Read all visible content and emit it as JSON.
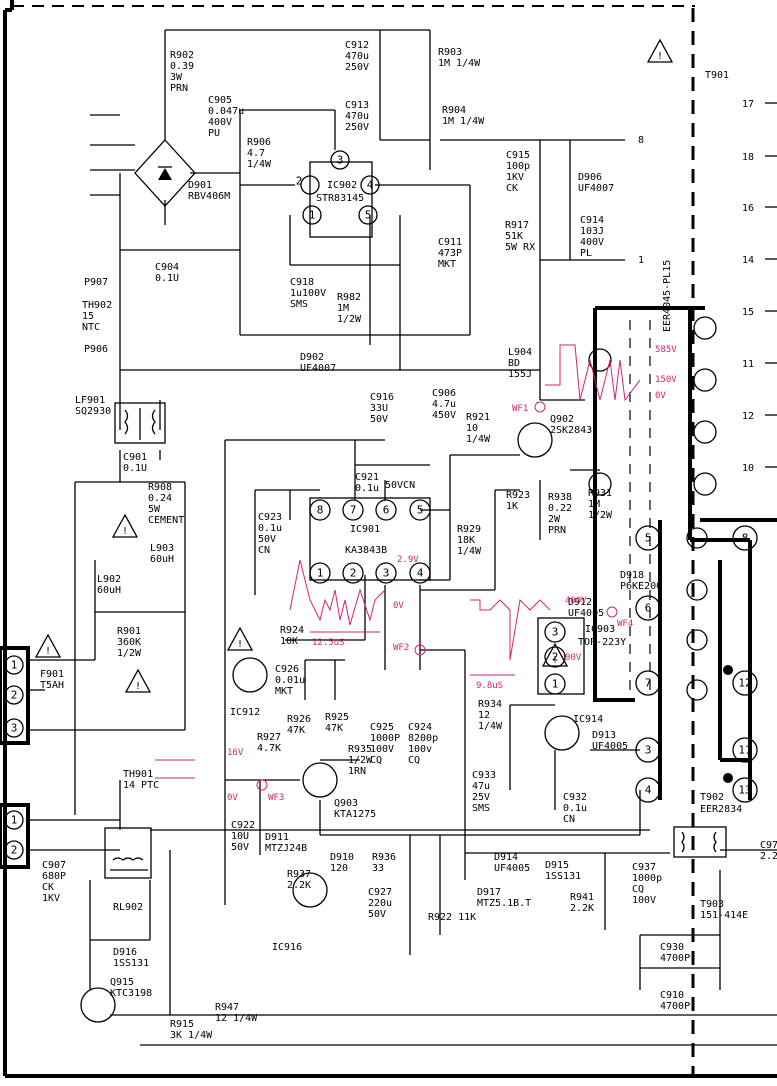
{
  "t901": {
    "title": "T901",
    "core": "EER4045-PL15",
    "pins": [
      "17",
      "18",
      "16",
      "14",
      "15",
      "11",
      "12",
      "10"
    ]
  },
  "t902": {
    "title": "T902",
    "part": "EER2834",
    "pins": [
      "5",
      "6",
      "7",
      "8",
      "12",
      "3",
      "11",
      "4",
      "13"
    ]
  },
  "t903": {
    "title": "T903",
    "part": "151-414E"
  },
  "ic903": {
    "title": "IC903",
    "part": "TOP-223Y",
    "pins": [
      "3",
      "2",
      "1"
    ]
  },
  "ic902": {
    "title": "IC902",
    "part": "STR83145",
    "pins": [
      "3",
      "2",
      "4",
      "1",
      "5"
    ]
  },
  "ic901": {
    "title": "IC901",
    "part": "KA3843B",
    "pins": [
      "8",
      "7",
      "6",
      "5",
      "1",
      "2",
      "3",
      "4"
    ]
  },
  "taps": {
    "t8": "8",
    "t1": "1"
  },
  "connectors": {
    "ac_in": [
      "1",
      "2",
      "3"
    ],
    "lower": [
      "1",
      "2"
    ]
  },
  "warnings": [
    "!",
    "!",
    "!",
    "!",
    "!",
    "!"
  ],
  "labels": [
    {
      "id": "r902",
      "lines": [
        "R902",
        "0.39",
        "3W",
        "PRN"
      ]
    },
    {
      "id": "c912",
      "lines": [
        "C912",
        "470u",
        "250V"
      ]
    },
    {
      "id": "r903",
      "lines": [
        "R903",
        "1M   1/4W"
      ]
    },
    {
      "id": "c905",
      "lines": [
        "C905",
        "0.047u",
        "400V",
        "PU"
      ]
    },
    {
      "id": "c913",
      "lines": [
        "C913",
        "470u",
        "250V"
      ]
    },
    {
      "id": "r904",
      "lines": [
        "R904",
        "1M    1/4W"
      ]
    },
    {
      "id": "r906",
      "lines": [
        "R906",
        "4.7",
        "1/4W"
      ]
    },
    {
      "id": "d901",
      "lines": [
        "D901",
        "RBV406M"
      ]
    },
    {
      "id": "c915",
      "lines": [
        "C915",
        "100p",
        "1KV",
        "CK"
      ]
    },
    {
      "id": "d906",
      "lines": [
        "D906",
        "UF4007"
      ]
    },
    {
      "id": "r917",
      "lines": [
        "R917",
        "51K",
        "5W RX"
      ]
    },
    {
      "id": "c914",
      "lines": [
        "C914",
        "103J",
        "400V",
        "PL"
      ]
    },
    {
      "id": "c911",
      "lines": [
        "C911",
        "473P",
        "MKT"
      ]
    },
    {
      "id": "c904",
      "lines": [
        "C904",
        "0.1U"
      ]
    },
    {
      "id": "p907",
      "lines": [
        "P907"
      ]
    },
    {
      "id": "th902",
      "lines": [
        "TH902",
        "15",
        "NTC"
      ]
    },
    {
      "id": "p906",
      "lines": [
        "P906"
      ]
    },
    {
      "id": "c918",
      "lines": [
        "C918",
        "1u100V",
        "SMS"
      ]
    },
    {
      "id": "r982",
      "lines": [
        "R982",
        "1M",
        "1/2W"
      ]
    },
    {
      "id": "d902",
      "lines": [
        "D902",
        "UF4007"
      ]
    },
    {
      "id": "c906",
      "lines": [
        "C906",
        "4.7u",
        "450V"
      ]
    },
    {
      "id": "l904",
      "lines": [
        "L904",
        "BD",
        "155J"
      ]
    },
    {
      "id": "lf901",
      "lines": [
        "LF901",
        "SQ2930"
      ]
    },
    {
      "id": "c916",
      "lines": [
        "C916",
        "33U",
        "50V"
      ]
    },
    {
      "id": "r921",
      "lines": [
        "R921",
        "10",
        "1/4W"
      ]
    },
    {
      "id": "q902",
      "lines": [
        "Q902",
        "2SK2843"
      ]
    },
    {
      "id": "c901",
      "lines": [
        "C901",
        "0.1U"
      ]
    },
    {
      "id": "r908",
      "lines": [
        "R908",
        "0.24",
        "5W",
        "CEMENT"
      ]
    },
    {
      "id": "c921",
      "lines": [
        "C921",
        "0.1u"
      ]
    },
    {
      "id": "v50vcn",
      "lines": [
        "50VCN"
      ]
    },
    {
      "id": "r923",
      "lines": [
        "R923",
        "1K"
      ]
    },
    {
      "id": "r938",
      "lines": [
        "R938",
        "0.22",
        "2W",
        "PRN"
      ]
    },
    {
      "id": "r931",
      "lines": [
        "R931",
        "1M",
        "1/2W"
      ]
    },
    {
      "id": "c923",
      "lines": [
        "C923",
        "0.1u",
        "50V",
        "CN"
      ]
    },
    {
      "id": "r929",
      "lines": [
        "R929",
        "18K",
        "1/4W"
      ]
    },
    {
      "id": "d918",
      "lines": [
        "D918",
        "P6KE200"
      ]
    },
    {
      "id": "l903",
      "lines": [
        "L903",
        "60uH"
      ]
    },
    {
      "id": "l902",
      "lines": [
        "L902",
        "60uH"
      ]
    },
    {
      "id": "d912",
      "lines": [
        "D912",
        "UF4005"
      ]
    },
    {
      "id": "r901",
      "lines": [
        "R901",
        "360K",
        "1/2W"
      ]
    },
    {
      "id": "f901",
      "lines": [
        "F901",
        "T5AH"
      ]
    },
    {
      "id": "r924",
      "lines": [
        "R924",
        "10K"
      ]
    },
    {
      "id": "c926",
      "lines": [
        "C926",
        "0.01u",
        "MKT"
      ]
    },
    {
      "id": "r926",
      "lines": [
        "R926",
        "47K"
      ]
    },
    {
      "id": "r925",
      "lines": [
        "R925",
        "47K"
      ]
    },
    {
      "id": "ic912",
      "lines": [
        "IC912"
      ]
    },
    {
      "id": "r927",
      "lines": [
        "R927",
        "4.7K"
      ]
    },
    {
      "id": "c925",
      "lines": [
        "C925",
        "1000P",
        "100V",
        "CQ"
      ]
    },
    {
      "id": "c924",
      "lines": [
        "C924",
        "8200p",
        "100v",
        "CQ"
      ]
    },
    {
      "id": "r935",
      "lines": [
        "R935",
        "1/2W",
        "1RN"
      ]
    },
    {
      "id": "r934",
      "lines": [
        "R934",
        "12",
        "1/4W"
      ]
    },
    {
      "id": "ic914",
      "lines": [
        "IC914"
      ]
    },
    {
      "id": "c933",
      "lines": [
        "C933",
        "47u",
        "25V",
        "SMS"
      ]
    },
    {
      "id": "c932",
      "lines": [
        "C932",
        "0.1u",
        "CN"
      ]
    },
    {
      "id": "d913",
      "lines": [
        "D913",
        "UF4005"
      ]
    },
    {
      "id": "th901",
      "lines": [
        "TH901",
        "14 PTC"
      ]
    },
    {
      "id": "q903",
      "lines": [
        "Q903",
        "KTA1275"
      ]
    },
    {
      "id": "c922",
      "lines": [
        "C922",
        "10U",
        "50V"
      ]
    },
    {
      "id": "d911",
      "lines": [
        "D911",
        "MTZJ24B"
      ]
    },
    {
      "id": "d910",
      "lines": [
        "D910",
        "120"
      ]
    },
    {
      "id": "r936",
      "lines": [
        "R936",
        "33"
      ]
    },
    {
      "id": "r937",
      "lines": [
        "R937",
        "2.2K"
      ]
    },
    {
      "id": "c927",
      "lines": [
        "C927",
        "220u",
        "50V"
      ]
    },
    {
      "id": "r922",
      "lines": [
        "R922 11K"
      ]
    },
    {
      "id": "d914",
      "lines": [
        "D914",
        "UF4005"
      ]
    },
    {
      "id": "d915",
      "lines": [
        "D915",
        "1SS131"
      ]
    },
    {
      "id": "c937",
      "lines": [
        "C937",
        "1000p",
        "CQ",
        "100V"
      ]
    },
    {
      "id": "d917",
      "lines": [
        "D917",
        "MTZ5.1B.T"
      ]
    },
    {
      "id": "r941",
      "lines": [
        "R941",
        "2.2K"
      ]
    },
    {
      "id": "c907",
      "lines": [
        "C907",
        "680P",
        "CK",
        "1KV"
      ]
    },
    {
      "id": "rl902",
      "lines": [
        "RL902"
      ]
    },
    {
      "id": "ic916",
      "lines": [
        "IC916"
      ]
    },
    {
      "id": "d916",
      "lines": [
        "D916",
        "1SS131"
      ]
    },
    {
      "id": "c930",
      "lines": [
        "C930",
        "4700P"
      ]
    },
    {
      "id": "c910",
      "lines": [
        "C910",
        "4700P"
      ]
    },
    {
      "id": "q915",
      "lines": [
        "Q915",
        "KTC3198"
      ]
    },
    {
      "id": "r947",
      "lines": [
        "R947",
        "12 1/4W"
      ]
    },
    {
      "id": "r915",
      "lines": [
        "R915",
        "3K 1/4W"
      ]
    },
    {
      "id": "c97x",
      "lines": [
        "C97",
        "2.2"
      ]
    }
  ],
  "waveforms": {
    "wf1": "WF1",
    "wf2": "WF2",
    "wf3": "WF3",
    "wf4": "WF4",
    "v_58": "585V",
    "v_150": "150V",
    "v_0a": "0V",
    "us_12_5": "12.5uS",
    "v_2_9": "2.9V",
    "v_0b": "0V",
    "us_9_8": "9.8uS",
    "v_400": "400V",
    "v_90": "90V",
    "v_16": "16V",
    "v_0c": "0V"
  },
  "colors": {
    "ink": "#000000",
    "annotation": "#d6246e",
    "paper": "#ffffff"
  }
}
